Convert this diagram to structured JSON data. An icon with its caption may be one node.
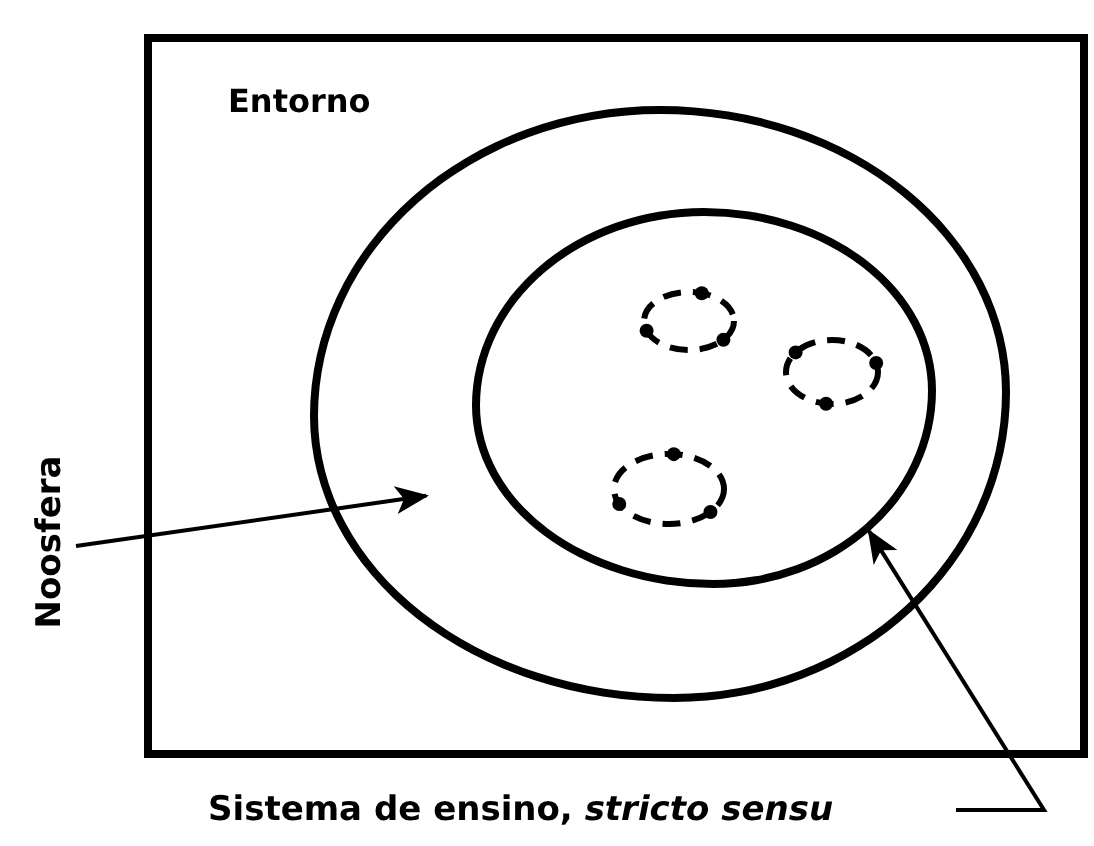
{
  "diagram": {
    "nodes": [
      {
        "text": [
          "Entorno"
        ]
      },
      {
        "text": [],
        "shape": "circle",
        "in": 0
      },
      {
        "text": [],
        "shape": "circle",
        "in": 1
      },
      {
        "text": [],
        "shape": "circle",
        "in": 2
      },
      {
        "text": [],
        "shape": "circle",
        "in": 2
      },
      {
        "text": [],
        "shape": "circle",
        "in": 2
      },
      {
        "text": [
          "Noosfera"
        ]
      },
      {
        "text": [
          "Sistema de ensino, *stricto sensu*"
        ]
      }
    ],
    "edges": [
      {
        "from": 6,
        "to": 1,
        "arrow": "to"
      },
      {
        "from": 7,
        "to": 2,
        "arrow": "to"
      }
    ]
  }
}
